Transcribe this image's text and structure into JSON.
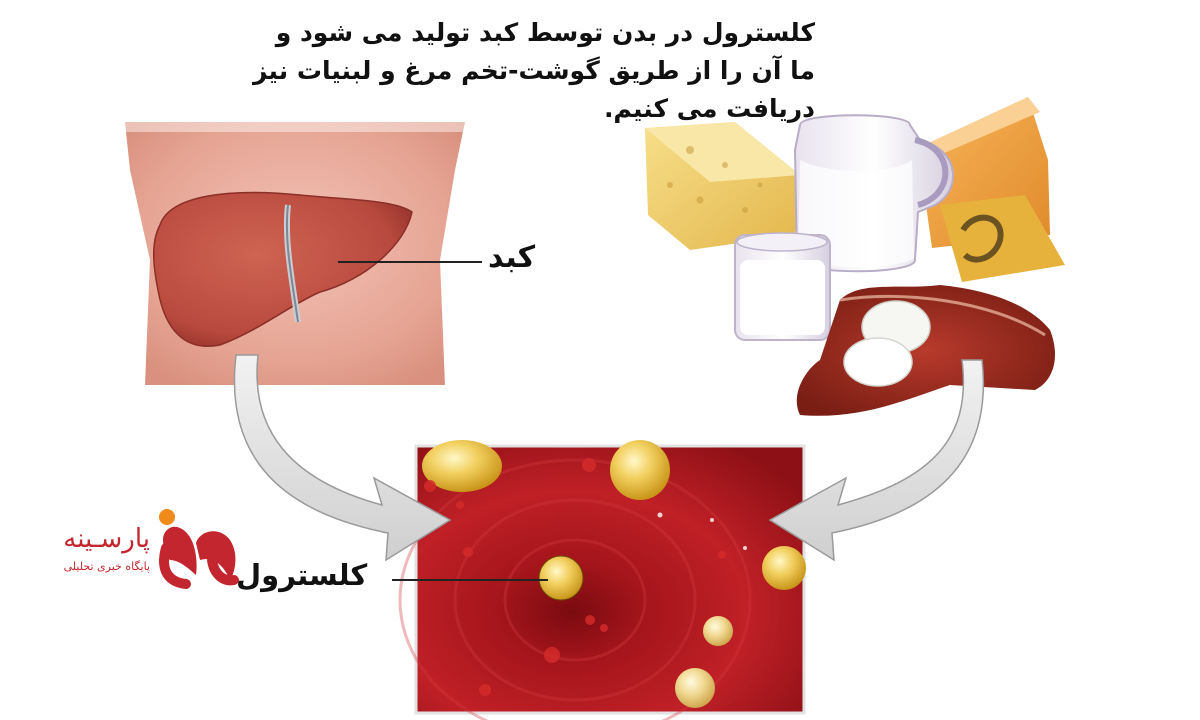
{
  "caption": {
    "lines": [
      "کلسترول در بدن توسط کبد تولید می شود و",
      "ما آن را از طریق گوشت-تخم مرغ و لبنیات نیز",
      "دریافت می کنیم."
    ]
  },
  "labels": {
    "liver": "کبد",
    "cholesterol": "کلسترول"
  },
  "brand": {
    "name": "پارسـینه",
    "tagline": "پایگاه خبری تحلیلی"
  },
  "colors": {
    "liver": "#b8493e",
    "artery": "#b01d24",
    "brand": "#c3262e",
    "arrow": "#d6d6d6"
  }
}
